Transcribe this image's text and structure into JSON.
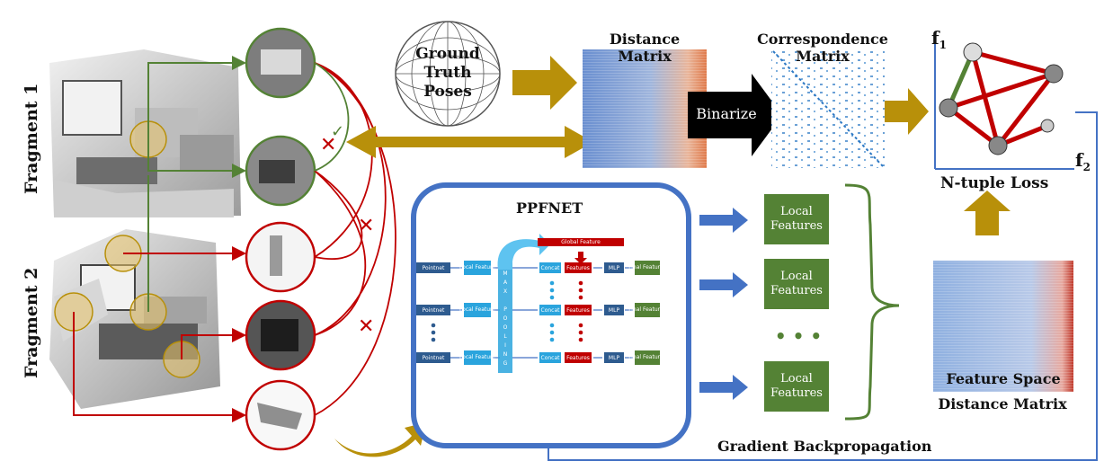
{
  "fragments": {
    "fragment1": "Fragment 1",
    "fragment2": "Fragment 2"
  },
  "gt_poses": {
    "line1": "Ground",
    "line2": "Truth",
    "line3": "Poses"
  },
  "distance_matrix": {
    "line1": "Distance",
    "line2": "Matrix"
  },
  "correspondence_matrix": {
    "line1": "Correspondence",
    "line2": "Matrix"
  },
  "binarize": "Binarize",
  "ntuple": {
    "f1": "f",
    "f1_sub": "1",
    "f2": "f",
    "f2_sub": "2",
    "loss": "N-tuple Loss"
  },
  "ppfnet": {
    "title": "PPFNET",
    "global_feature": "Global Feature",
    "pointnet": "Pointnet",
    "local_feature": "Local Feature",
    "max_pooling": [
      "M",
      "A",
      "X",
      "",
      "P",
      "O",
      "O",
      "L",
      "I",
      "N",
      "G"
    ],
    "concat": "Concat",
    "features": "Features",
    "mlp": "MLP",
    "final_features": "Final Features"
  },
  "local_features": {
    "label_line1": "Local",
    "label_line2": "Features",
    "ellipsis": "• • •"
  },
  "feature_space": {
    "line1": "Feature Space",
    "line2": "Distance Matrix"
  },
  "gradient": "Gradient Backpropagation",
  "colors": {
    "gold": "#b8900a",
    "green": "#548235",
    "red": "#c00000",
    "blue": "#4472c4",
    "dark_blue": "#2e5b8f",
    "light_blue": "#2aa4dd"
  },
  "icons": [
    "cross-mark-icon",
    "check-mark-icon",
    "wireframe-sphere-icon"
  ]
}
